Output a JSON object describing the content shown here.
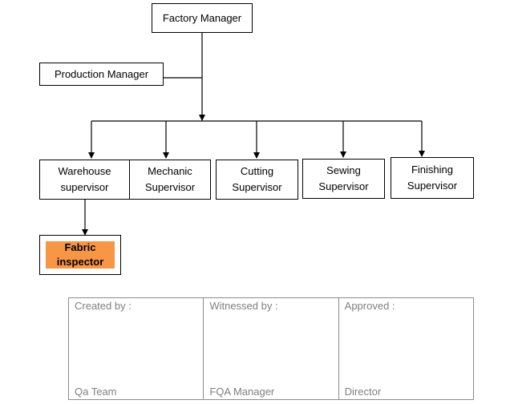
{
  "org_chart": {
    "factory_manager": "Factory Manager",
    "production_manager": "Production Manager",
    "supervisors": [
      {
        "line1": "Warehouse",
        "line2": "supervisor"
      },
      {
        "line1": "Mechanic",
        "line2": "Supervisor"
      },
      {
        "line1": "Cutting",
        "line2": "Supervisor"
      },
      {
        "line1": "Sewing",
        "line2": "Supervisor"
      },
      {
        "line1": "Finishing",
        "line2": "Supervisor"
      }
    ],
    "fabric_inspector": {
      "line1": "Fabric",
      "line2": "inspector",
      "fill_color": "#F79646"
    }
  },
  "signatures": [
    {
      "header": "Created by :",
      "footer": "Qa Team"
    },
    {
      "header": "Witnessed by :",
      "footer": "FQA Manager"
    },
    {
      "header": "Approved :",
      "footer": "Director"
    }
  ]
}
